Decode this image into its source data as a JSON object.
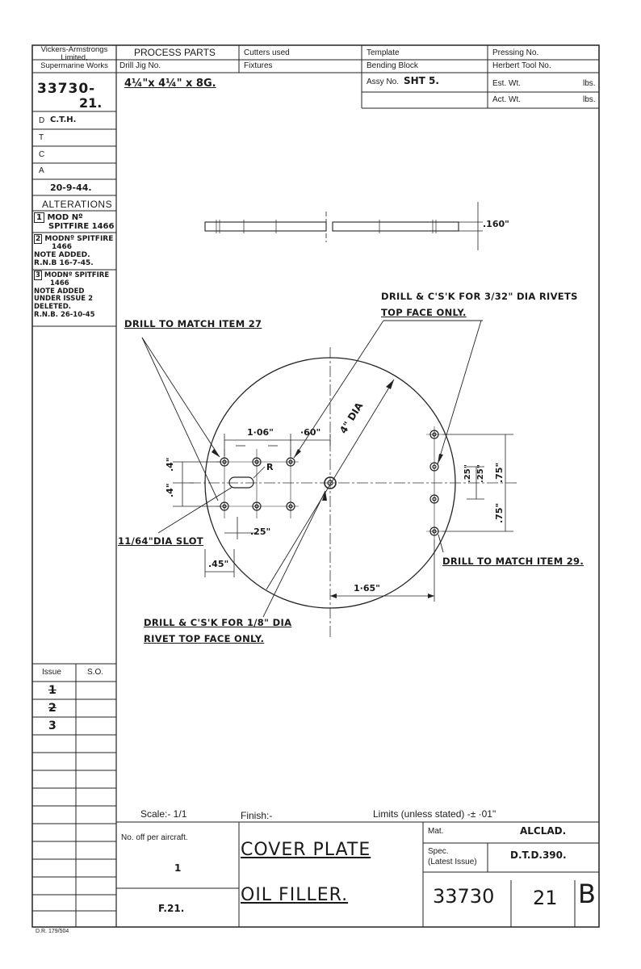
{
  "header": {
    "company": [
      "Vickers-Armstrongs",
      "Limited,",
      "Supermarine Works"
    ],
    "process_parts": "PROCESS PARTS",
    "cutters_used": "Cutters used",
    "template": "Template",
    "pressing_no": "Pressing No.",
    "drill_jig_no": "Drill Jig No.",
    "fixtures": "Fixtures",
    "bending_block": "Bending Block",
    "herbert_tool_no": "Herbert Tool No.",
    "assy_no_label": "Assy No.",
    "assy_no_value": "SHT 5.",
    "est_wt": "Est. Wt.",
    "act_wt": "Act. Wt.",
    "lbs": "lbs.",
    "material_size": "4¼\"x 4¼\" x 8G."
  },
  "sidebar": {
    "drawing_no": "33730-",
    "drawing_suffix": "21.",
    "rows": [
      {
        "label": "D",
        "value": "C.T.H."
      },
      {
        "label": "T",
        "value": ""
      },
      {
        "label": "C",
        "value": ""
      },
      {
        "label": "A",
        "value": ""
      }
    ],
    "date": "20-9-44.",
    "alterations_title": "ALTERATIONS",
    "alterations": [
      {
        "num": "1",
        "lines": [
          "MOD Nº",
          "SPITFIRE 1466"
        ]
      },
      {
        "num": "2",
        "lines": [
          "MODNº SPITFIRE",
          "1466",
          "NOTE ADDED.",
          "R.N.B 16-7-45."
        ]
      },
      {
        "num": "3",
        "lines": [
          "MODNº SPITFIRE",
          "1466",
          "NOTE ADDED",
          "UNDER ISSUE 2",
          "DELETED.",
          "R.N.B. 26-10-45"
        ]
      }
    ],
    "issue_header": "Issue",
    "so_header": "S.O.",
    "issues": [
      "1",
      "2",
      "3"
    ]
  },
  "drawing": {
    "thickness_dim": ".160\"",
    "note_csk_3_32": [
      "DRILL & C'S'K FOR 3/32\" DIA RIVETS",
      "TOP FACE ONLY."
    ],
    "note_item27": "DRILL TO MATCH  ITEM 27",
    "dia_label": "4\" DIA",
    "dim_106": "1·06\"",
    "dim_060": "·60\"",
    "dim_r": "R",
    "dim_4a": ".4\"",
    "dim_4b": ".4\"",
    "dim_25": ".25\"",
    "dim_45": ".45\"",
    "dim_165": "1·65\"",
    "dim_75a": ".75\"",
    "dim_75b": ".75\"",
    "dim_25a": ".25\"",
    "dim_25b": ".25\"",
    "slot_label": "11/64\"DIA SLOT",
    "note_item29": "DRILL TO MATCH ITEM 29.",
    "note_csk_1_8": [
      "DRILL & C'S'K FOR 1/8\" DIA",
      "RIVET TOP FACE ONLY."
    ]
  },
  "footer": {
    "scale": "Scale:- 1/1",
    "finish": "Finish:-",
    "limits": "Limits (unless stated) -± ·01\"",
    "no_off_label": "No. off per aircraft.",
    "no_off_value": "1",
    "aircraft": "F.21.",
    "title1": "COVER  PLATE",
    "title2": "OIL  FILLER.",
    "mat_label": "Mat.",
    "mat_value": "ALCLAD.",
    "spec_label": "Spec.",
    "spec_sub": "(Latest Issue)",
    "spec_value": "D.T.D.390.",
    "drawing_number": "33730",
    "sheet": "21",
    "revision": "B",
    "form_ref": "D.R. 179/504"
  }
}
